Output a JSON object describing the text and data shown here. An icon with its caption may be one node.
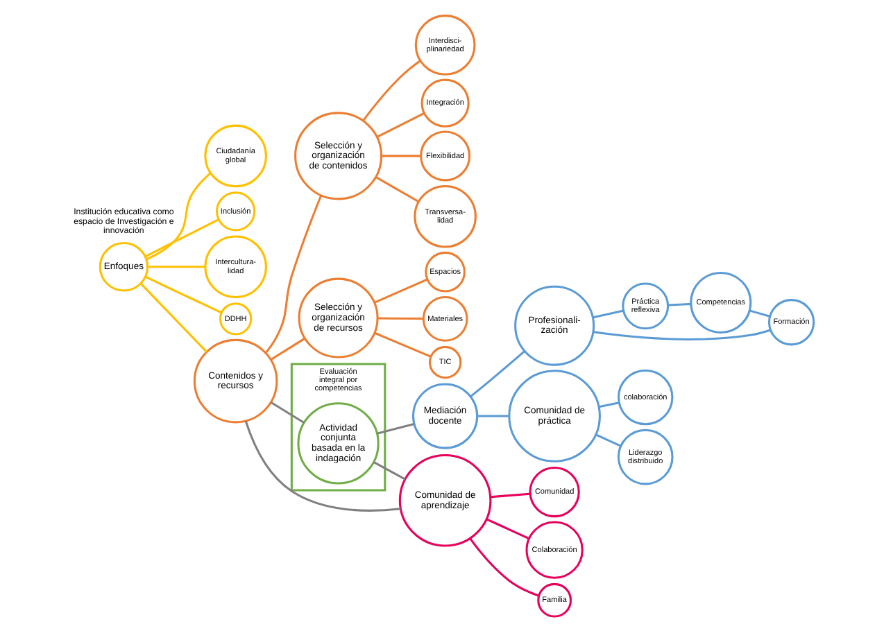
{
  "diagram": {
    "nodes": [
      {
        "text": [
          "Interdisci-plinariedad"
        ]
      },
      {
        "text": [
          "Integración"
        ]
      },
      {
        "text": [
          "Ciudadanía global"
        ]
      },
      {
        "text": [
          "Inclusión"
        ]
      },
      {
        "text": [
          "Intercultura-lidad"
        ]
      },
      {
        "text": [
          "Enfoques"
        ]
      },
      {
        "text": [
          "DDHH"
        ]
      },
      {
        "text": [
          "Flexibilidad"
        ]
      },
      {
        "text": [
          "Transversa-lidad"
        ]
      },
      {
        "text": [
          "Selección y organización de contenidos"
        ]
      },
      {
        "text": [
          "Espacios"
        ]
      },
      {
        "text": [
          "Selección y organización de recursos"
        ]
      },
      {
        "text": [
          "Materiales"
        ]
      },
      {
        "text": [
          "Contenidos y recursos"
        ]
      },
      {
        "text": [
          "TIC"
        ]
      },
      {
        "text": [
          "Evaluación integral por competencias"
        ]
      },
      {
        "text": [
          "Actividad conjunta basada en la indagación"
        ],
        "in": 15
      },
      {
        "text": [
          "Práctica reflexiva"
        ]
      },
      {
        "text": [
          "Competencias"
        ]
      },
      {
        "text": [
          "Formación"
        ]
      },
      {
        "text": [
          "Profesionali-zación"
        ]
      },
      {
        "text": [
          "Mediación docente"
        ]
      },
      {
        "text": [
          "Comunidad de práctica"
        ]
      },
      {
        "text": [
          "colaboración"
        ]
      },
      {
        "text": [
          "Liderazgo distribuido"
        ]
      },
      {
        "text": [
          "Comunidad de aprendizaje"
        ]
      },
      {
        "text": [
          "Comunidad"
        ]
      },
      {
        "text": [
          "Colaboración"
        ]
      },
      {
        "text": [
          "Familia"
        ]
      }
    ],
    "edges": [
      {
        "from": 5,
        "to": 2,
        "arrow": "none",
        "color": "#ffc000"
      },
      {
        "from": 5,
        "to": 3,
        "arrow": "none",
        "color": "#ffc000"
      },
      {
        "from": 5,
        "to": 4,
        "arrow": "none",
        "color": "#ffc000"
      },
      {
        "from": 5,
        "to": 6,
        "arrow": "none",
        "color": "#ffc000"
      },
      {
        "from": 5,
        "to": 13,
        "arrow": "none",
        "color": "#ffc000"
      },
      {
        "from": 9,
        "to": 0,
        "arrow": "none"
      },
      {
        "from": 9,
        "to": 1,
        "arrow": "none"
      },
      {
        "from": 9,
        "to": 7,
        "arrow": "none"
      },
      {
        "from": 9,
        "to": 8,
        "arrow": "none"
      },
      {
        "from": 13,
        "to": 9,
        "arrow": "none"
      },
      {
        "from": 13,
        "to": 11,
        "arrow": "none"
      },
      {
        "from": 11,
        "to": 10,
        "arrow": "none"
      },
      {
        "from": 11,
        "to": 12,
        "arrow": "none"
      },
      {
        "from": 11,
        "to": 14,
        "arrow": "none"
      },
      {
        "from": 13,
        "to": 16,
        "arrow": "none",
        "color": "#808080"
      },
      {
        "from": 13,
        "to": 25,
        "arrow": "none",
        "color": "#808080"
      },
      {
        "from": 16,
        "to": 25,
        "arrow": "none",
        "color": "#808080"
      },
      {
        "from": 16,
        "to": 21,
        "arrow": "none",
        "color": "#808080"
      },
      {
        "from": 21,
        "to": 20,
        "arrow": "none",
        "color": "#5b9bd5"
      },
      {
        "from": 21,
        "to": 22,
        "arrow": "none",
        "color": "#5b9bd5"
      },
      {
        "from": 20,
        "to": 17,
        "arrow": "none",
        "color": "#5b9bd5"
      },
      {
        "from": 20,
        "to": 19,
        "arrow": "none",
        "color": "#5b9bd5"
      },
      {
        "from": 17,
        "to": 18,
        "arrow": "none",
        "color": "#5b9bd5"
      },
      {
        "from": 18,
        "to": 19,
        "arrow": "none",
        "color": "#5b9bd5"
      },
      {
        "from": 22,
        "to": 24,
        "arrow": "none",
        "color": "#5b9bd5"
      },
      {
        "from": 22,
        "to": 23,
        "arrow": "none",
        "color": "#5b9bd5"
      },
      {
        "from": 25,
        "to": 26,
        "arrow": "none",
        "color": "#e8005a"
      },
      {
        "from": 25,
        "to": 28,
        "arrow": "none",
        "color": "#e8005a"
      },
      {
        "from": 25,
        "to": 27,
        "arrow": "none",
        "color": "#e8005a"
      }
    ],
    "labels": [
      "Institución educativa como espacio de Investigación e innovación"
    ]
  }
}
